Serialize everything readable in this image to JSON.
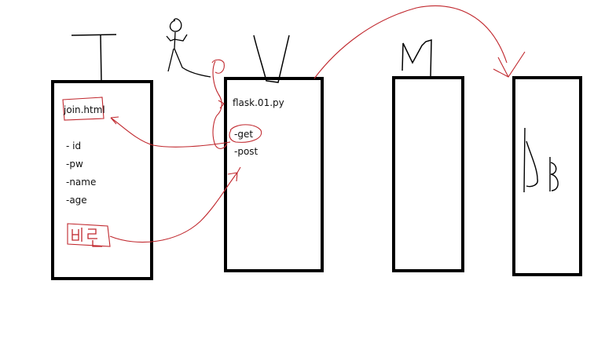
{
  "diagram": {
    "box1": {
      "file_label": "join.html",
      "fields": [
        "- id",
        "-pw",
        "-name",
        "-age"
      ],
      "button_label": "버튼"
    },
    "box2": {
      "title": "flask.01.py",
      "method_get": "-get",
      "method_post": "-post"
    },
    "box4": {
      "label": "DB"
    }
  },
  "colors": {
    "ink": "#000000",
    "annotation": "#c0272d"
  }
}
